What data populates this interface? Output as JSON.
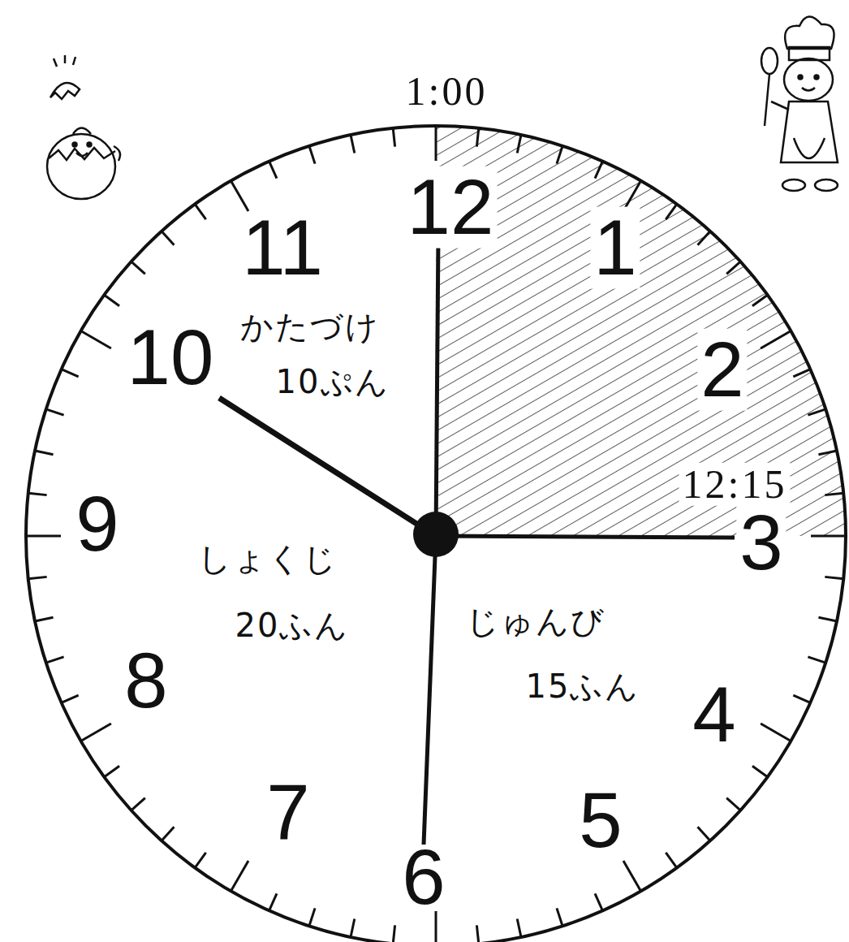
{
  "diagram": {
    "labels": [
      "1:00",
      "12",
      "1",
      "2",
      "3",
      "4",
      "5",
      "6",
      "7",
      "8",
      "9",
      "10",
      "11",
      "かたづけ",
      "10ぷん",
      "しょくじ",
      "20ふん",
      "じゅんび",
      "15ふん",
      "12:15"
    ]
  }
}
